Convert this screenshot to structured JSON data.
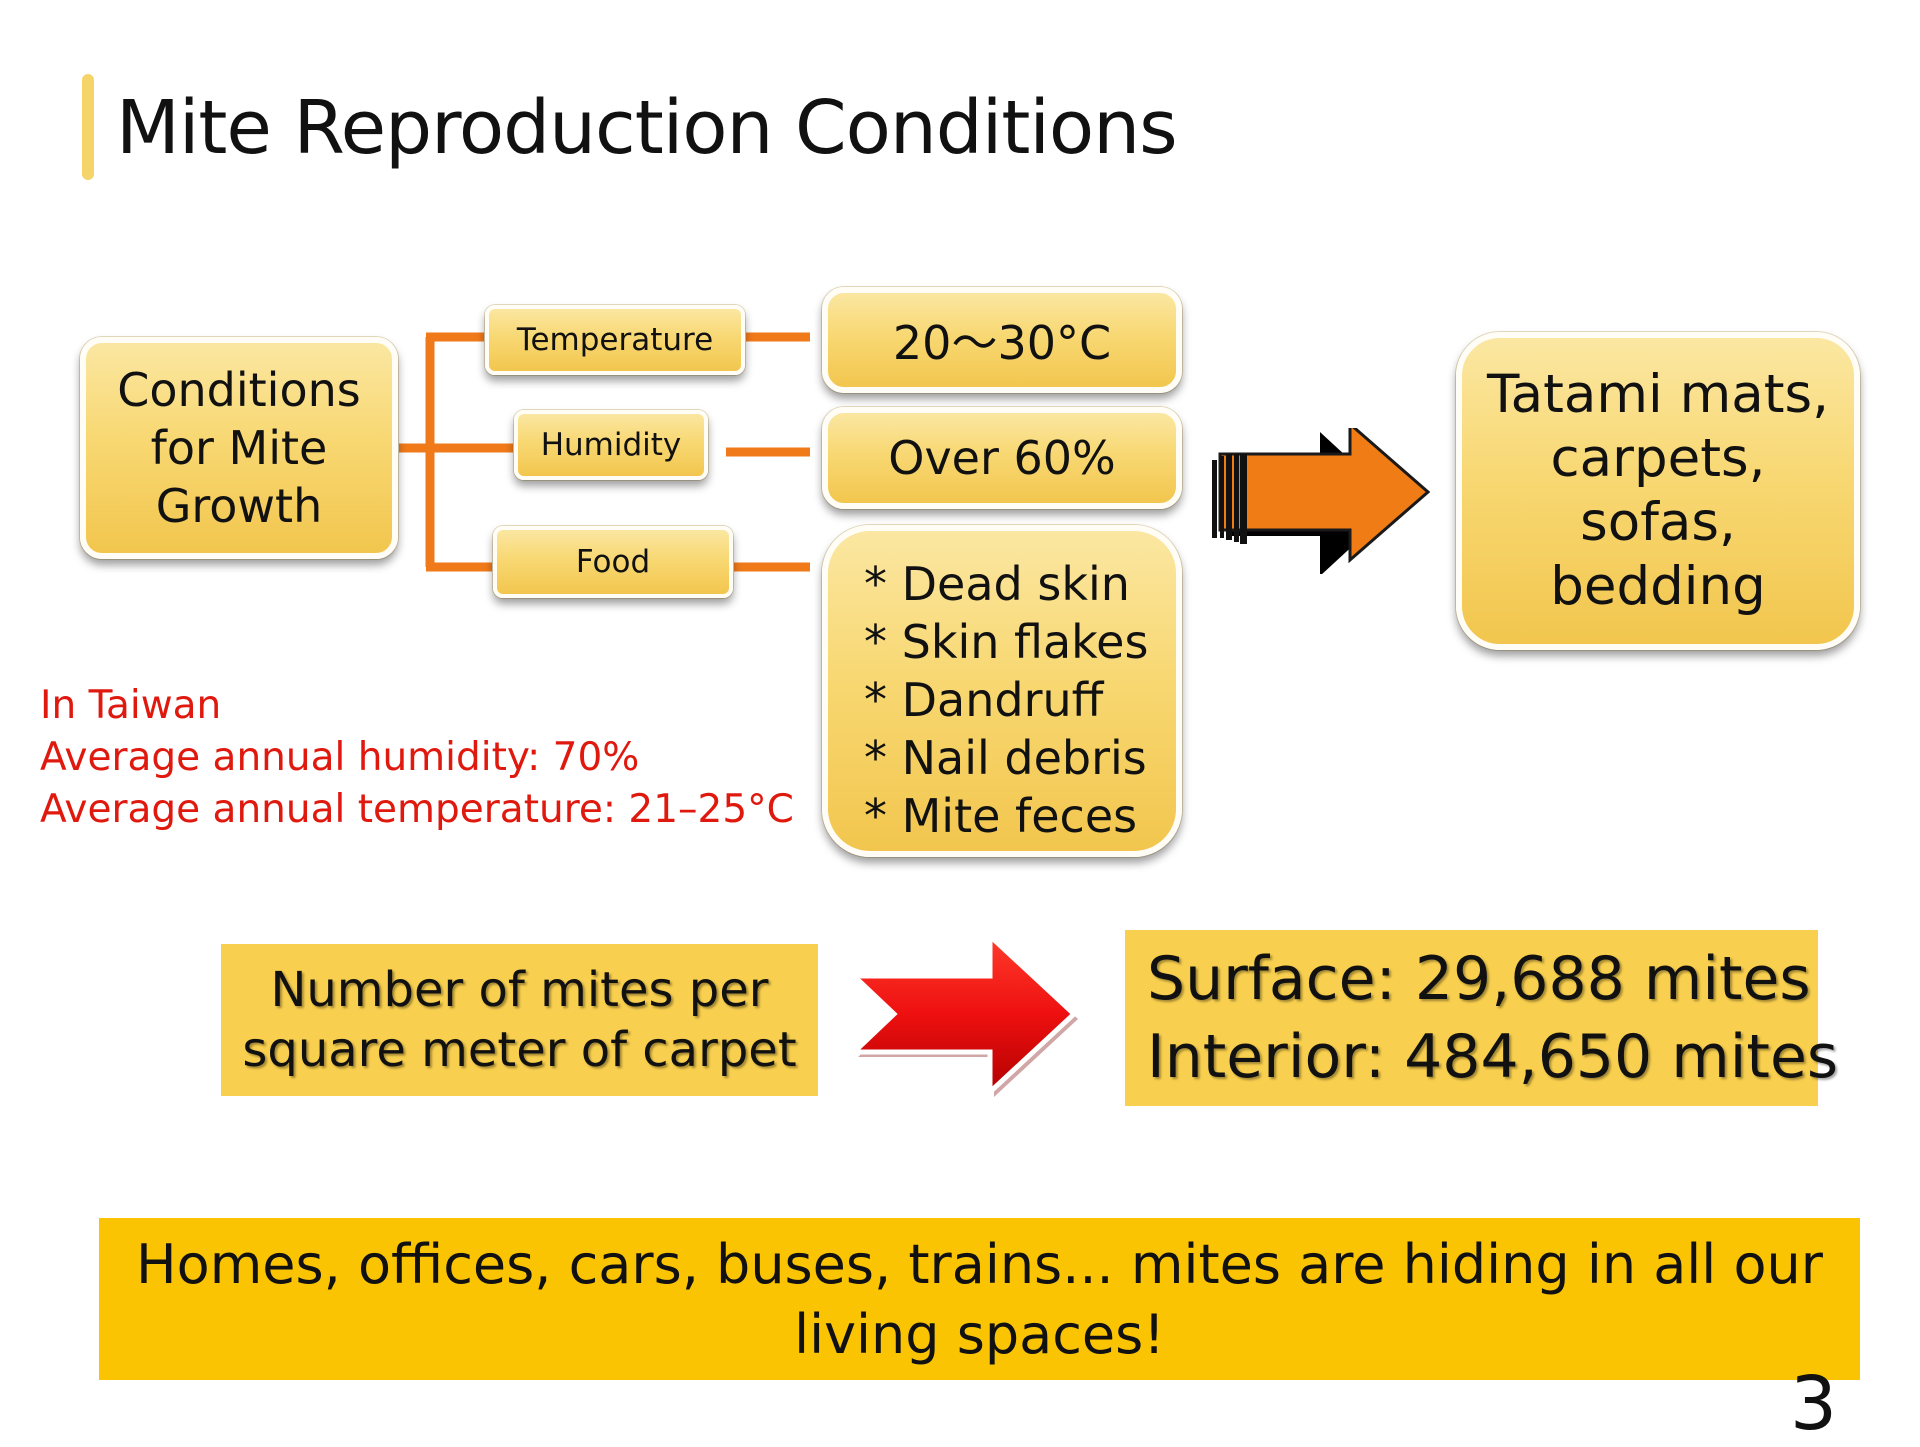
{
  "title": "Mite Reproduction Conditions",
  "diagram": {
    "root": [
      "Conditions",
      "for Mite",
      "Growth"
    ],
    "branches": [
      {
        "label": "Temperature",
        "value": "20～30°C"
      },
      {
        "label": "Humidity",
        "value": "Over 60%"
      },
      {
        "label": "Food",
        "items": [
          "* Dead skin",
          "* Skin flakes",
          "* Dandruff",
          "* Nail debris",
          "* Mite feces"
        ]
      }
    ],
    "result": [
      "Tatami mats,",
      "carpets,",
      "sofas,",
      "bedding"
    ]
  },
  "taiwan_note": [
    "In Taiwan",
    "Average annual humidity: 70%",
    "Average annual temperature: 21–25°C"
  ],
  "mites": {
    "label_lines": [
      "Number of mites per",
      "square meter of carpet"
    ],
    "count_lines": [
      "Surface: 29,688 mites",
      "Interior: 484,650 mites"
    ]
  },
  "banner": "Homes, offices, cars, buses, trains... mites are hiding in all our living spaces!",
  "page_number": "3",
  "colors": {
    "accent_bar": "#f5d46a",
    "box_fill": "#f8d873",
    "connector": "#f07a1a",
    "note_text": "#e0190f",
    "red_arrow": "#ee1010",
    "banner_fill": "#fbc402",
    "orange_arrow": "#ef7c15"
  }
}
